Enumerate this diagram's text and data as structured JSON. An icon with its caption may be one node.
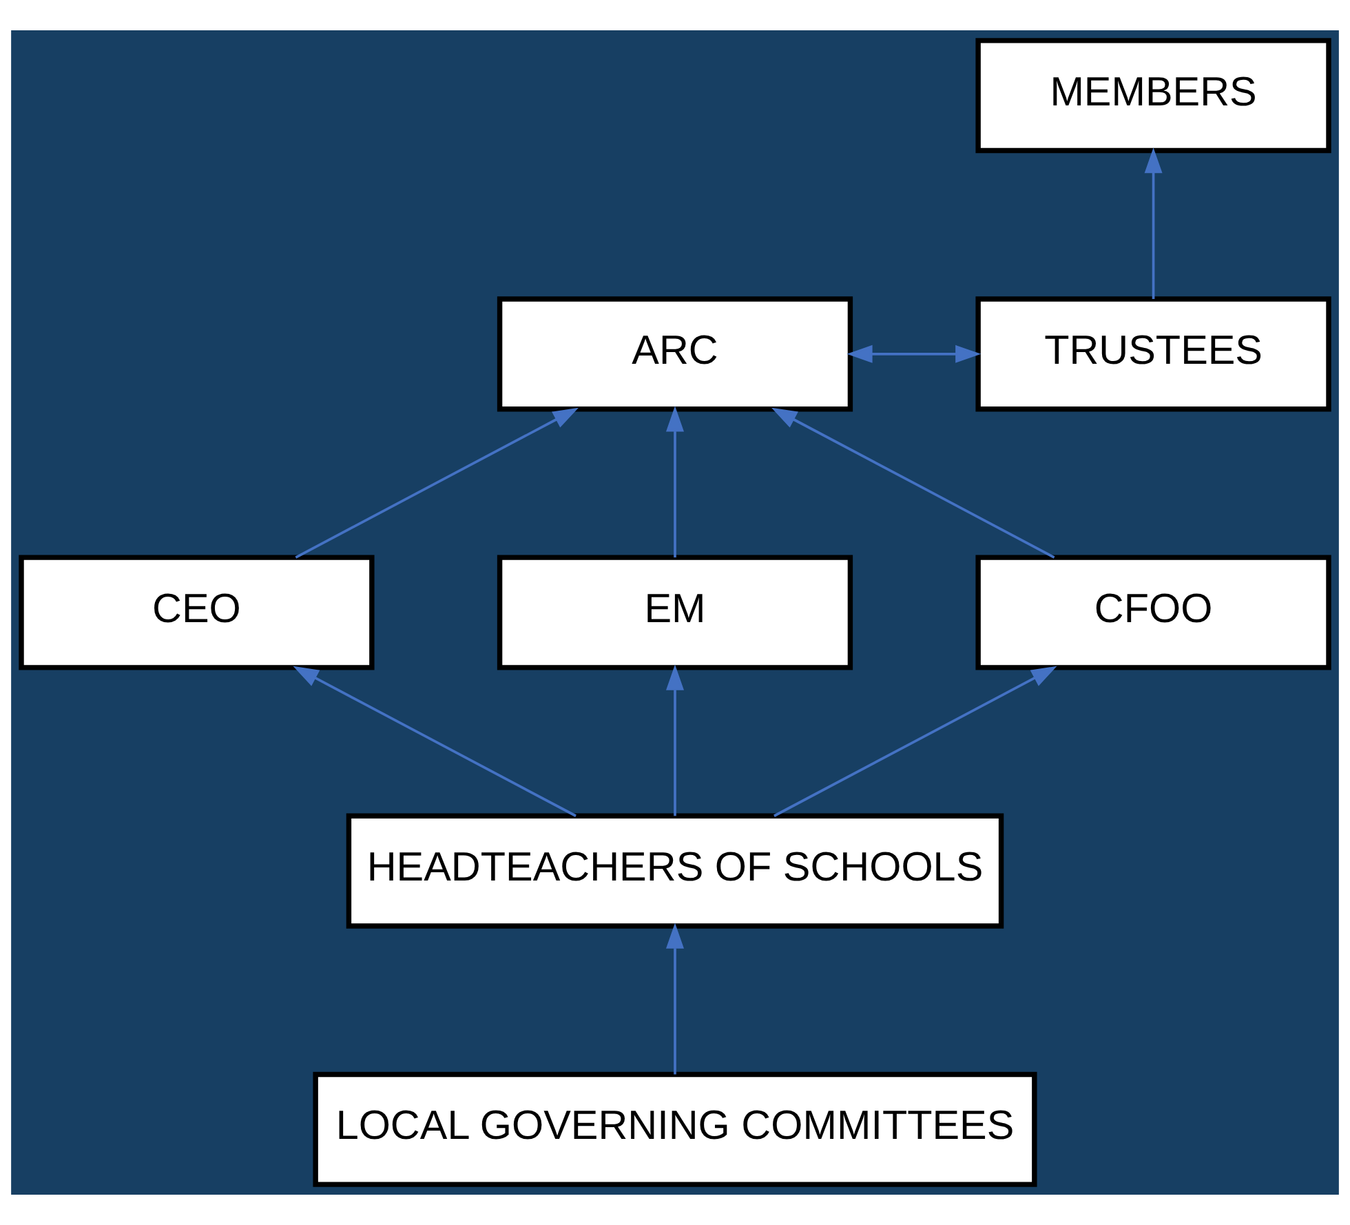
{
  "diagram": {
    "nodes": [
      {
        "text": [
          "MEMBERS"
        ]
      },
      {
        "text": [
          "ARC"
        ]
      },
      {
        "text": [
          "TRUSTEES"
        ]
      },
      {
        "text": [
          "CEO"
        ]
      },
      {
        "text": [
          "EM"
        ]
      },
      {
        "text": [
          "CFOO"
        ]
      },
      {
        "text": [
          "HEADTEACHERS OF SCHOOLS"
        ]
      },
      {
        "text": [
          "LOCAL GOVERNING COMMITTEES"
        ]
      }
    ],
    "edges": [
      {
        "from": 2,
        "to": 0,
        "arrow": "to"
      },
      {
        "from": 1,
        "to": 2,
        "arrow": "both"
      },
      {
        "from": 3,
        "to": 1,
        "arrow": "to"
      },
      {
        "from": 4,
        "to": 1,
        "arrow": "to"
      },
      {
        "from": 5,
        "to": 1,
        "arrow": "to"
      },
      {
        "from": 6,
        "to": 3,
        "arrow": "to"
      },
      {
        "from": 6,
        "to": 4,
        "arrow": "to"
      },
      {
        "from": 6,
        "to": 5,
        "arrow": "to"
      },
      {
        "from": 7,
        "to": 6,
        "arrow": "to"
      }
    ]
  }
}
